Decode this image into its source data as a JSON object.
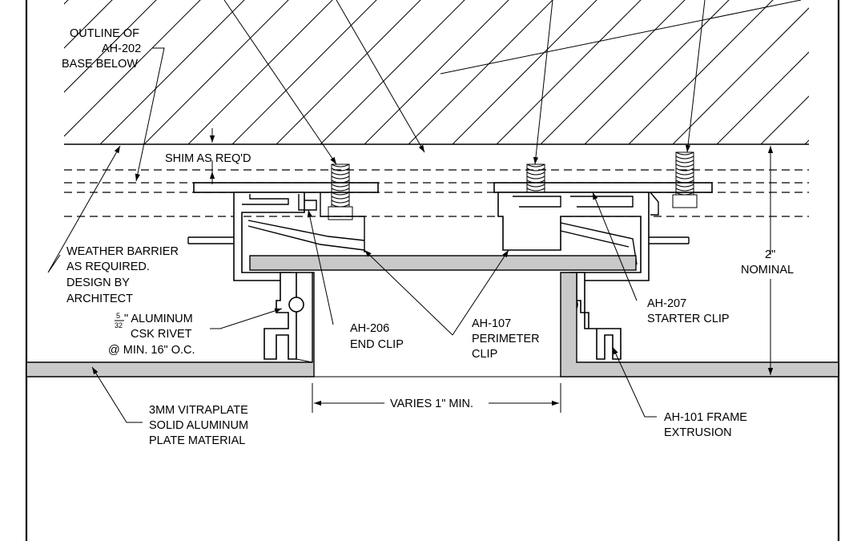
{
  "labels": {
    "outline_1": "OUTLINE OF",
    "outline_2": "AH-202",
    "outline_3": "BASE BELOW",
    "shim": "SHIM AS REQ'D",
    "weather_1": "WEATHER BARRIER",
    "weather_2": "AS REQUIRED.",
    "weather_3": "DESIGN BY",
    "weather_4": "ARCHITECT",
    "rivet_num": "5",
    "rivet_den": "32",
    "rivet_1": "\" ALUMINUM",
    "rivet_2": "CSK RIVET",
    "rivet_3": "@ MIN. 16\" O.C.",
    "end_clip_1": "AH-206",
    "end_clip_2": "END CLIP",
    "perim_1": "AH-107",
    "perim_2": "PERIMETER",
    "perim_3": "CLIP",
    "starter_1": "AH-207",
    "starter_2": "STARTER CLIP",
    "nominal_1": "2\"",
    "nominal_2": "NOMINAL",
    "varies": "VARIES 1\" MIN.",
    "plate_1": "3MM VITRAPLATE",
    "plate_2": "SOLID ALUMINUM",
    "plate_3": "PLATE MATERIAL",
    "frame_1": "AH-101 FRAME",
    "frame_2": "EXTRUSION"
  },
  "colors": {
    "line": "#000000",
    "plate_fill": "#c9c9c9",
    "background": "#ffffff"
  }
}
